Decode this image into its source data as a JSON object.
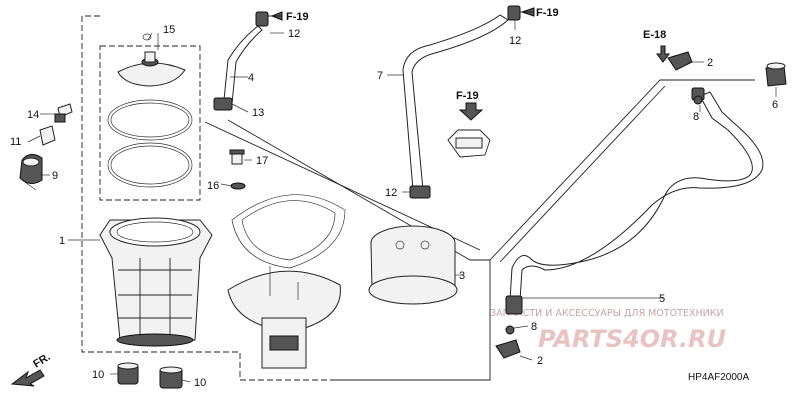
{
  "callouts": {
    "c1": "1",
    "c2a": "2",
    "c2b": "2",
    "c3": "3",
    "c4": "4",
    "c5": "5",
    "c6": "6",
    "c7": "7",
    "c8a": "8",
    "c8b": "8",
    "c9": "9",
    "c10a": "10",
    "c10b": "10",
    "c11": "11",
    "c12a": "12",
    "c12b": "12",
    "c12c": "12",
    "c13": "13",
    "c14": "14",
    "c15": "15",
    "c16": "16",
    "c17": "17"
  },
  "refs": {
    "f19_top_left": "F-19",
    "f19_top_mid": "F-19",
    "f19_center": "F-19",
    "e18": "E-18",
    "front": "FR."
  },
  "watermark": {
    "line1": "ЗАПЧАСТИ И АКСЕССУАРЫ ДЛЯ МОТОТЕХНИКИ",
    "line2": "PARTS4OR.RU"
  },
  "diagram_code": "HP4AF2000A"
}
